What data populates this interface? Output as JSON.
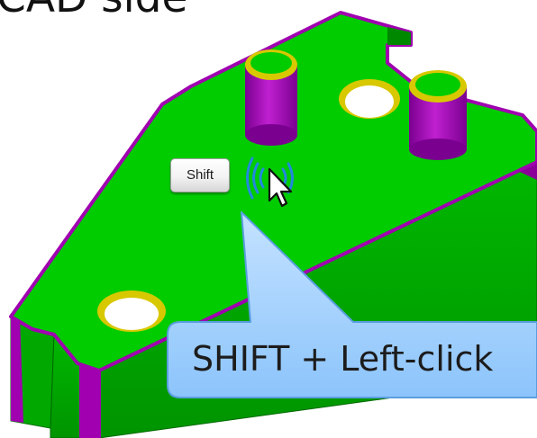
{
  "page": {
    "heading": "CAD side"
  },
  "key_hint": {
    "label": "Shift",
    "icon": "keyboard-key-icon"
  },
  "cursor": {
    "icon": "click-cursor-icon",
    "wave_icon": "click-waves-icon"
  },
  "callout": {
    "text": "SHIFT + Left-click"
  },
  "colors": {
    "part_top": "#00cc00",
    "part_side": "#00aa00",
    "edge_fillet": "#a000b0",
    "hole_inner": "#d8c800",
    "cursor_waves": "#2288dd",
    "callout_fill": "#a8d4ff"
  }
}
